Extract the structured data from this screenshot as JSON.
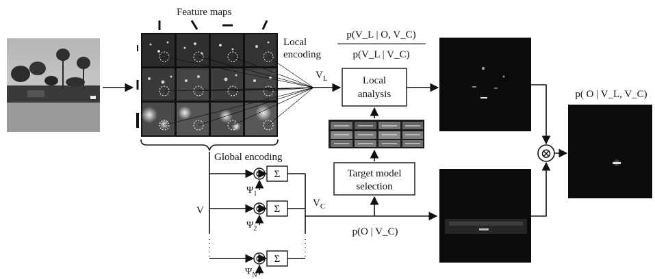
{
  "labels": {
    "feature_maps": "Feature maps",
    "local_encoding_1": "Local",
    "local_encoding_2": "encoding",
    "global_encoding": "Global encoding",
    "v": "V",
    "v_l_main": "V",
    "v_l_sub": "L",
    "v_c_main": "V",
    "v_c_sub": "C",
    "local_analysis_1": "Local",
    "local_analysis_2": "analysis",
    "target_model_1": "Target model",
    "target_model_2": "selection",
    "sum_symbol": "Σ",
    "otimes_symbol": "⊗",
    "psi_1": "Ψ",
    "psi_1_sub": "1",
    "psi_2": "Ψ",
    "psi_2_sub": "2",
    "psi_n": "Ψ",
    "psi_n_sub": "N"
  },
  "formulas": {
    "ratio_numerator": "p(V_L | O, V_C)",
    "ratio_denominator": "p(V_L | V_C)",
    "context_prior": "p(O | V_C)",
    "final_posterior": "p( O | V_L, V_C)"
  },
  "colors": {
    "stroke": "#111111",
    "dark_map": "#0b0b0b",
    "highlight": "#ffffff"
  }
}
